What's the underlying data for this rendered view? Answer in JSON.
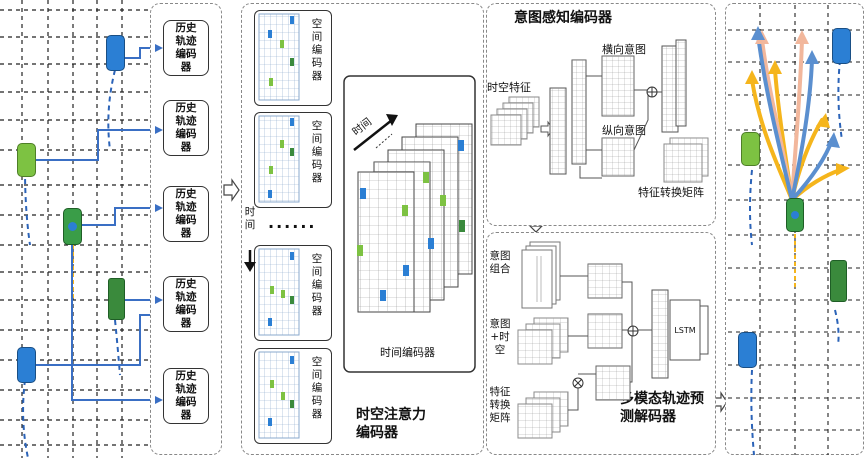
{
  "history_encoders": [
    "历史轨迹编码器",
    "历史轨迹编码器",
    "历史轨迹编码器",
    "历史轨迹编码器",
    "历史轨迹编码器"
  ],
  "spatial_encoder_label": "空间编码器",
  "time_axis_label": "时间",
  "time_arrow_label": "时间",
  "ellipsis": "......",
  "temporal_encoder_label": "时间编码器",
  "st_attention_title": "时空注意力编码器",
  "intent_title": "意图感知编码器",
  "st_feature": "时空特征",
  "lateral_intent": "横向意图",
  "longitudinal_intent": "纵向意图",
  "feature_transform_matrix": "特征转换矩阵",
  "decoder_title": "多模态轨迹预测解码器",
  "intent_combination": "意图组合",
  "intent_plus_st": "意图+时空",
  "feature_transform_short": "特征转换矩阵",
  "lstm_label": "LSTM",
  "colors": {
    "blue_car": "#2b7fd4",
    "green_car": "#7dc242",
    "dark_green_car": "#3a8a3c",
    "flow_line": "#3a6fc4",
    "lane_dash": "#2b63b8",
    "orange": "#f5b51c",
    "salmon": "#f2b79c",
    "steel_blue": "#5b8fcf"
  }
}
